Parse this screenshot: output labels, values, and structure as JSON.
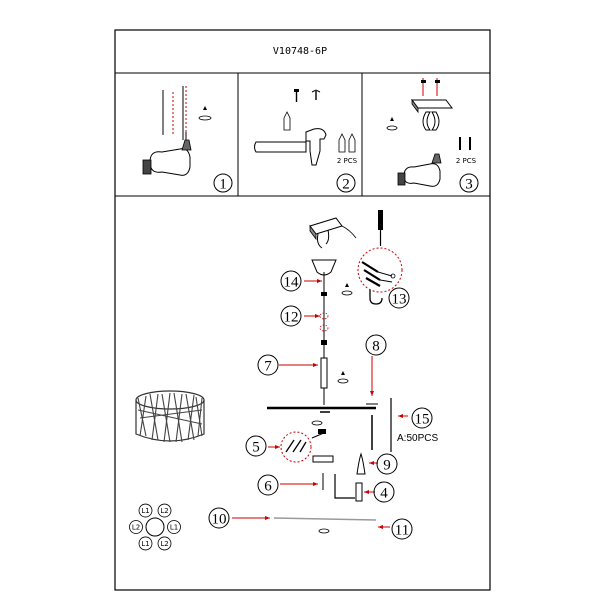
{
  "title": "V10748-6P",
  "steps": [
    {
      "number": "1"
    },
    {
      "number": "2",
      "label": "2 PCS"
    },
    {
      "number": "3",
      "label": "2 PCS"
    }
  ],
  "callouts": {
    "c4": "4",
    "c5": "5",
    "c6": "6",
    "c7": "7",
    "c8": "8",
    "c9": "9",
    "c10": "10",
    "c11": "11",
    "c12": "12",
    "c13": "13",
    "c14": "14",
    "c15": "15"
  },
  "crystal_quantity": "A:50PCS",
  "bulb_layout": [
    "L1",
    "L2",
    "L1",
    "L2",
    "L1",
    "L2"
  ],
  "colors": {
    "line": "#000000",
    "arrow": "#cc0000"
  }
}
